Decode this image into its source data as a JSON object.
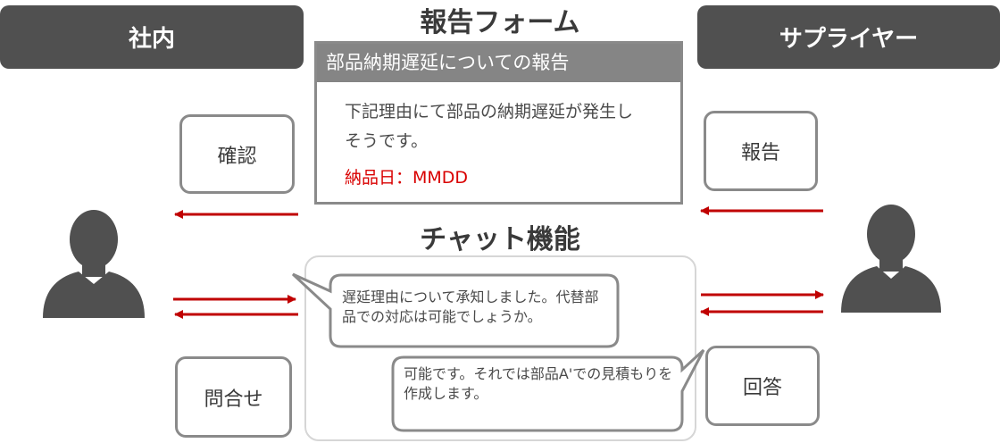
{
  "actors": {
    "internal": {
      "label": "社内"
    },
    "supplier": {
      "label": "サプライヤー"
    }
  },
  "form": {
    "title": "報告フォーム",
    "header": "部品納期遅延についての報告",
    "body": "下記理由にて部品の納期遅延が発生しそうです。",
    "date": "納品日：MMDD"
  },
  "chat": {
    "title": "チャット機能",
    "message_internal": "遅延理由について承知しました。代替部品での対応は可能でしょうか。",
    "message_supplier": "可能です。それでは部品A'での見積もりを作成します。"
  },
  "actions": {
    "confirm": "確認",
    "inquiry": "問合せ",
    "report": "報告",
    "answer": "回答"
  },
  "colors": {
    "arrow": "#c00000",
    "header_bg": "#505050",
    "form_header_bg": "#858585",
    "date_text": "#d90000",
    "person_icon": "#505050"
  }
}
